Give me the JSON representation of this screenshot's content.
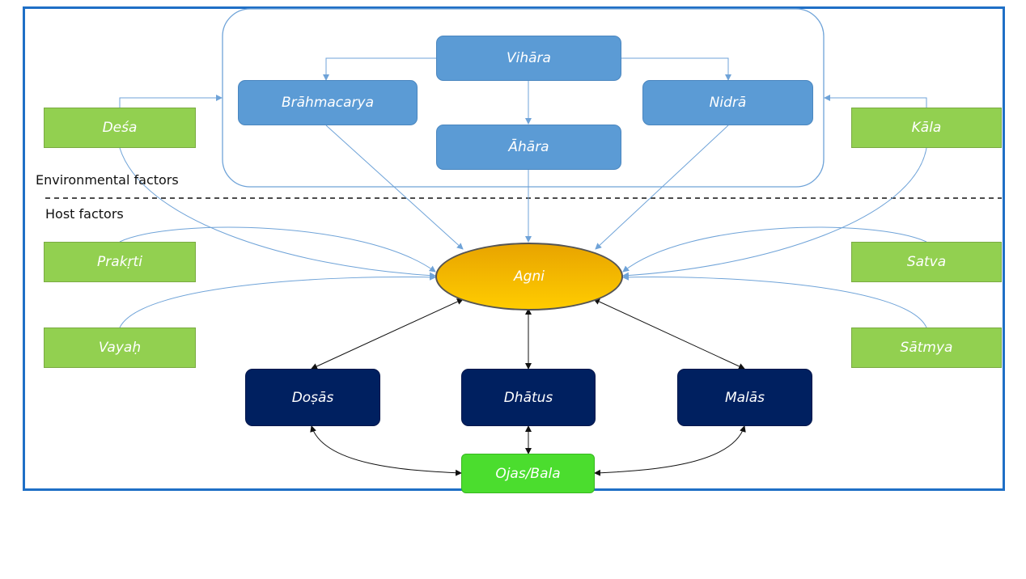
{
  "environmental_nodes": {
    "vihara": "Vihāra",
    "brahmacarya": "Brāhmacarya",
    "nidra": "Nidrā",
    "ahara": "Āhāra",
    "desa": "Deśa",
    "kala": "Kāla"
  },
  "host_nodes": {
    "prakrti": "Prakṛti",
    "vayah": "Vayaḥ",
    "satva": "Satva",
    "satmya": "Sātmya"
  },
  "center": {
    "agni": "Agni"
  },
  "body_nodes": {
    "dosas": "Doṣās",
    "dhatus": "Dhātus",
    "malas": "Malās",
    "ojas": "Ojas/Bala"
  },
  "labels": {
    "environmental": "Environmental factors",
    "host": "Host factors"
  },
  "colors": {
    "green_box": "#92d050",
    "blue_box": "#5b9bd5",
    "navy_box": "#002060",
    "ojas_box": "#4bdd2e",
    "agni_fill": "#f5b800",
    "frame": "#1f6fc6",
    "connector_blue": "#6fa3d8"
  }
}
